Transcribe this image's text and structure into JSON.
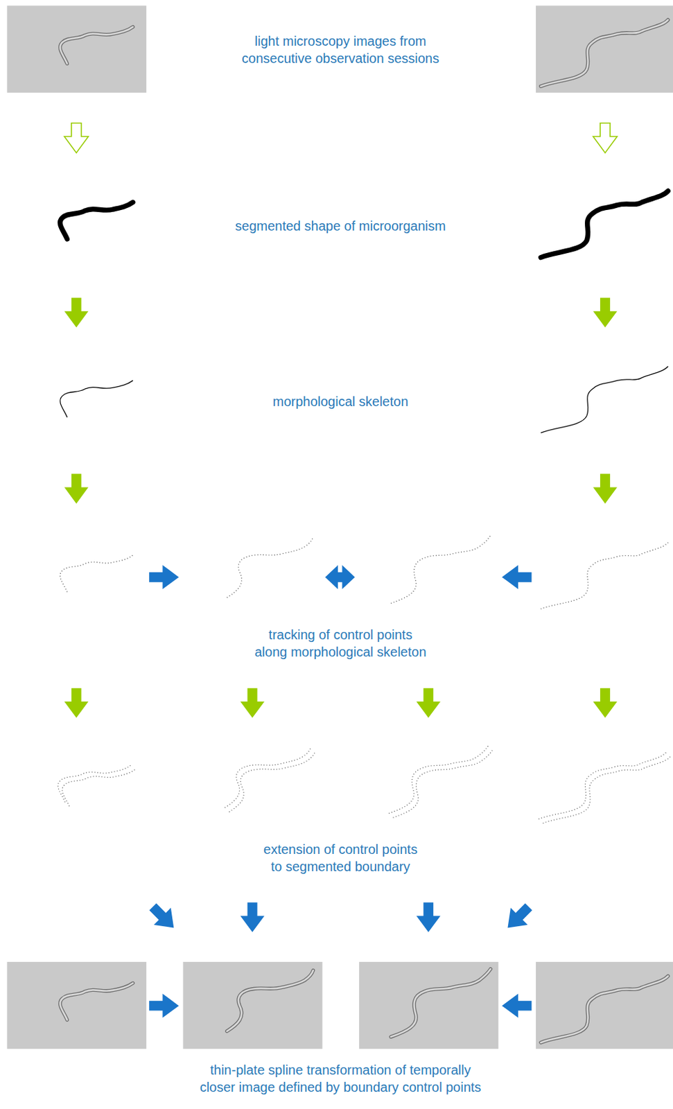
{
  "diagram": {
    "labels": [
      "light microscopy images from consecutive observation sessions",
      "segmented shape of microorganism",
      "morphological skeleton",
      "tracking of control points along morphological skeleton",
      "extension of control points to segmented boundary",
      "thin-plate spline transformation of temporally closer image defined by boundary control points"
    ]
  }
}
